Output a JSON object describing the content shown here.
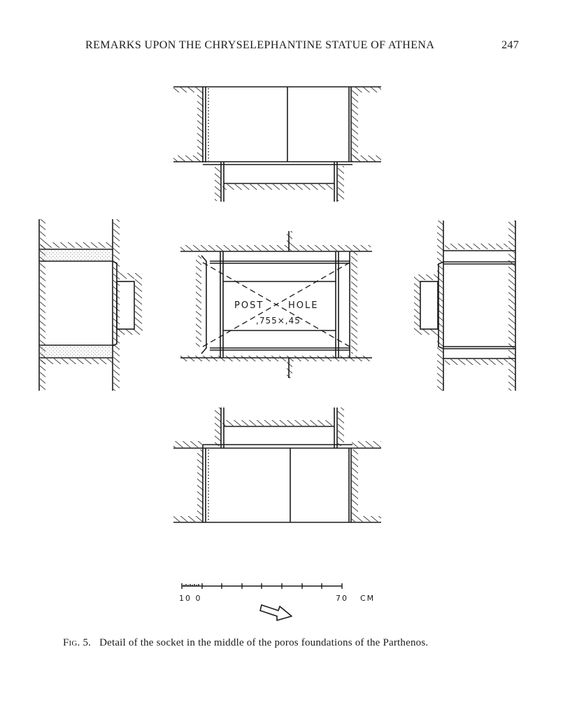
{
  "header": {
    "running_title": "REMARKS UPON THE CHRYSELEPHANTINE STATUE OF ATHENA",
    "page_number": "247"
  },
  "figure": {
    "views": [
      "top",
      "left",
      "center-plan",
      "right",
      "bottom"
    ],
    "center_label_line1_a": "POST",
    "center_label_line1_b": "HOLE",
    "center_dimensions": ",755×,45",
    "scale_bar": {
      "left_label": "10 0",
      "right_label": "70",
      "unit": "CM",
      "ticks": [
        10,
        0,
        10,
        20,
        30,
        40,
        50,
        60,
        70
      ]
    },
    "arrow": "north-arrow-icon"
  },
  "caption": {
    "label": "Fig. 5.",
    "text": "Detail of the socket in the middle of the poros foundations of the Parthenos."
  },
  "colors": {
    "ink": "#1a1a1a",
    "paper": "#ffffff"
  }
}
